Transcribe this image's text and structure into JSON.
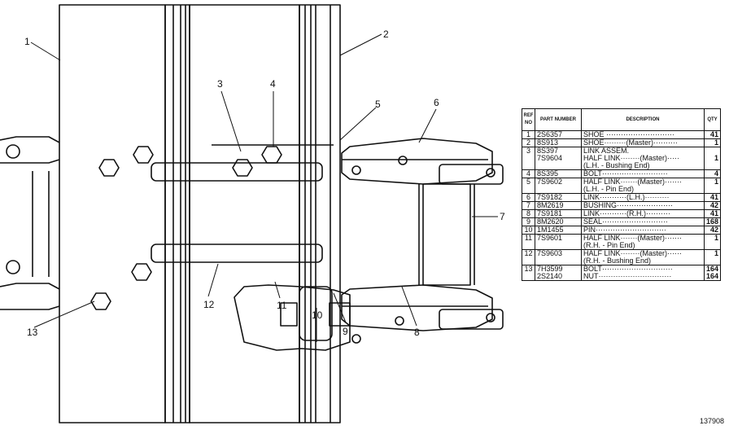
{
  "callouts": [
    "1",
    "2",
    "3",
    "4",
    "5",
    "6",
    "7",
    "8",
    "9",
    "10",
    "11",
    "12",
    "13"
  ],
  "table": {
    "headers": {
      "ref": "REF NO",
      "part": "PART NUMBER",
      "desc": "DESCRIPTION",
      "qty": "QTY"
    },
    "rows": [
      {
        "ref": "1",
        "part": "2S6357",
        "desc": "SHOE ····························",
        "qty": "41",
        "top": true
      },
      {
        "ref": "2",
        "part": "8S913",
        "desc": "SHOE·········(Master)··········",
        "qty": "1",
        "top": true
      },
      {
        "ref": "3",
        "part": "8S397",
        "desc": "LINK ASSEM.",
        "qty": "",
        "top": true
      },
      {
        "ref": "",
        "part": "7S9604",
        "desc": "  HALF LINK········(Master)·····",
        "qty": "1"
      },
      {
        "ref": "",
        "part": "",
        "desc": "         (L.H. - Bushing End)",
        "qty": ""
      },
      {
        "ref": "4",
        "part": "8S395",
        "desc": "  BOLT···························",
        "qty": "4",
        "top": true
      },
      {
        "ref": "5",
        "part": "7S9602",
        "desc": "  HALF LINK·······(Master)·······",
        "qty": "1",
        "top": true
      },
      {
        "ref": "",
        "part": "",
        "desc": "         (L.H. - Pin End)",
        "qty": ""
      },
      {
        "ref": "6",
        "part": "7S9182",
        "desc": "  LINK···········(L.H.)··········",
        "qty": "41",
        "top": true
      },
      {
        "ref": "7",
        "part": "8M2619",
        "desc": "  BUSHING·······················",
        "qty": "42",
        "top": true
      },
      {
        "ref": "8",
        "part": "7S9181",
        "desc": "  LINK···········(R.H.)··········",
        "qty": "41",
        "top": true
      },
      {
        "ref": "9",
        "part": "8M2620",
        "desc": "  SEAL···························",
        "qty": "168",
        "top": true
      },
      {
        "ref": "10",
        "part": "1M1455",
        "desc": "  PIN·····························",
        "qty": "42",
        "top": true
      },
      {
        "ref": "11",
        "part": "7S9601",
        "desc": "  HALF LINK·······(Master)·······",
        "qty": "1",
        "top": true
      },
      {
        "ref": "",
        "part": "",
        "desc": "         (R.H. - Pin End)",
        "qty": ""
      },
      {
        "ref": "12",
        "part": "7S9603",
        "desc": "  HALF LINK········(Master)······",
        "qty": "1",
        "top": true
      },
      {
        "ref": "",
        "part": "",
        "desc": "         (R.H. - Bushing End)",
        "qty": ""
      },
      {
        "ref": "13",
        "part": "7H3599",
        "desc": "BOLT·····························",
        "qty": "164",
        "top": true
      },
      {
        "ref": "",
        "part": "2S2140",
        "desc": "NUT······························",
        "qty": "164"
      }
    ]
  },
  "figure_id": "137908"
}
